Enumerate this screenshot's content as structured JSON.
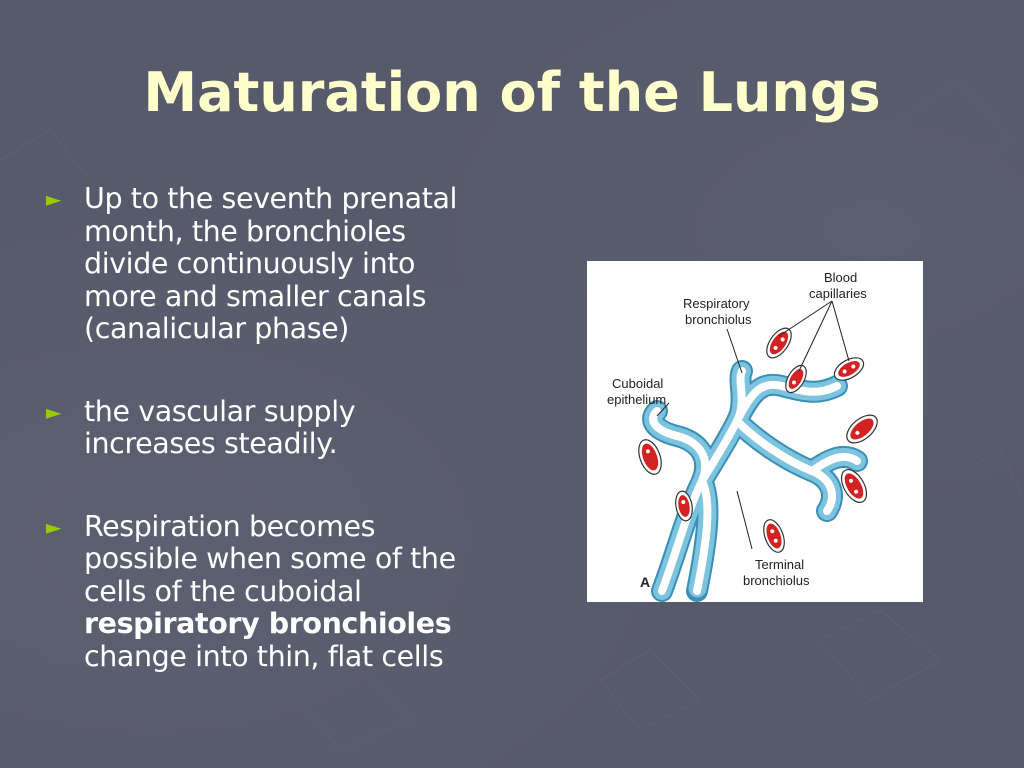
{
  "slide": {
    "title": "Maturation of the Lungs",
    "bullets": [
      {
        "lines": [
          "Up to the seventh prenatal",
          "month, the bronchioles",
          "divide continuously into",
          "more and smaller canals",
          "(canalicular phase)"
        ]
      },
      {
        "lines": [
          "the vascular supply",
          "increases steadily."
        ]
      },
      {
        "lines_before": [
          "Respiration becomes",
          "possible when some of the",
          "cells of the cuboidal"
        ],
        "bold": "respiratory bronchioles",
        "after": "change into thin, flat cells"
      }
    ],
    "bullet_marker": "►",
    "colors": {
      "background": "#575a6b",
      "title": "#ffffcc",
      "text": "#ffffff",
      "bullet_marker": "#99cc00",
      "epithelium": "#4aa3c8",
      "capillary": "#cc1f1f"
    }
  },
  "figure": {
    "labels": {
      "blood_capillaries_1": "Blood",
      "blood_capillaries_2": "capillaries",
      "respiratory_1": "Respiratory",
      "respiratory_2": "bronchiolus",
      "cuboidal_1": "Cuboidal",
      "cuboidal_2": "epithelium",
      "terminal_1": "Terminal",
      "terminal_2": "bronchiolus",
      "panel": "A"
    }
  }
}
